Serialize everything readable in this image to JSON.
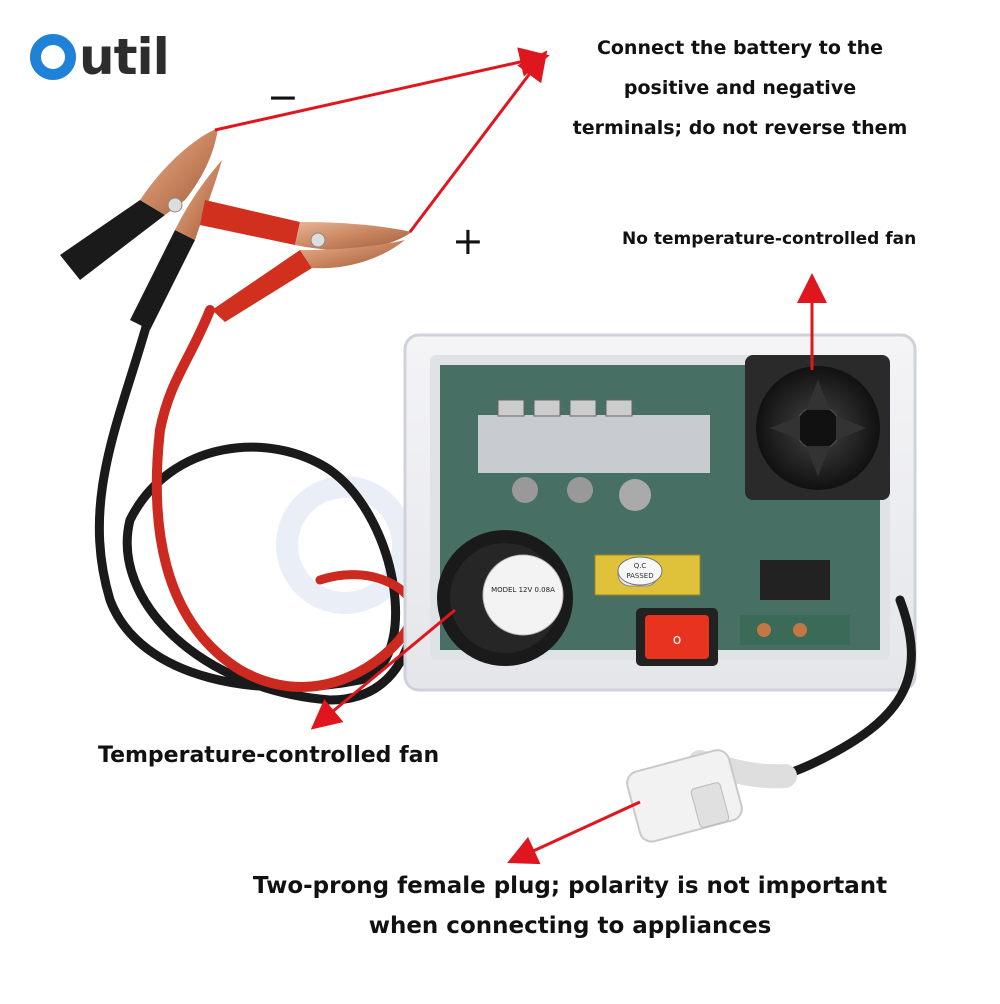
{
  "brand": {
    "logo_text": "util",
    "logo_full": "Outil",
    "accent": "#1f82d6"
  },
  "signs": {
    "negative": "−",
    "positive": "+"
  },
  "callouts": {
    "battery": [
      "Connect the battery to the",
      "positive and negative",
      "terminals; do not reverse them"
    ],
    "no_temp_fan": "No temperature-controlled fan",
    "temp_fan": "Temperature-controlled fan",
    "plug": [
      "Two-prong female plug; polarity is not important",
      "when connecting to appliances"
    ]
  },
  "device": {
    "fan_label_lines": [
      "MODEL 12V 0.08A"
    ],
    "qc_label_lines": [
      "Q.C",
      "PASSED"
    ],
    "switch_symbol": "o"
  },
  "colors": {
    "arrow": "#e0161e",
    "cable_red": "#cc2a20",
    "cable_black": "#1a1a1a",
    "clip_copper": "#c98f6a",
    "switch_red": "#e8331f",
    "pcb": "#2e5a4c"
  }
}
